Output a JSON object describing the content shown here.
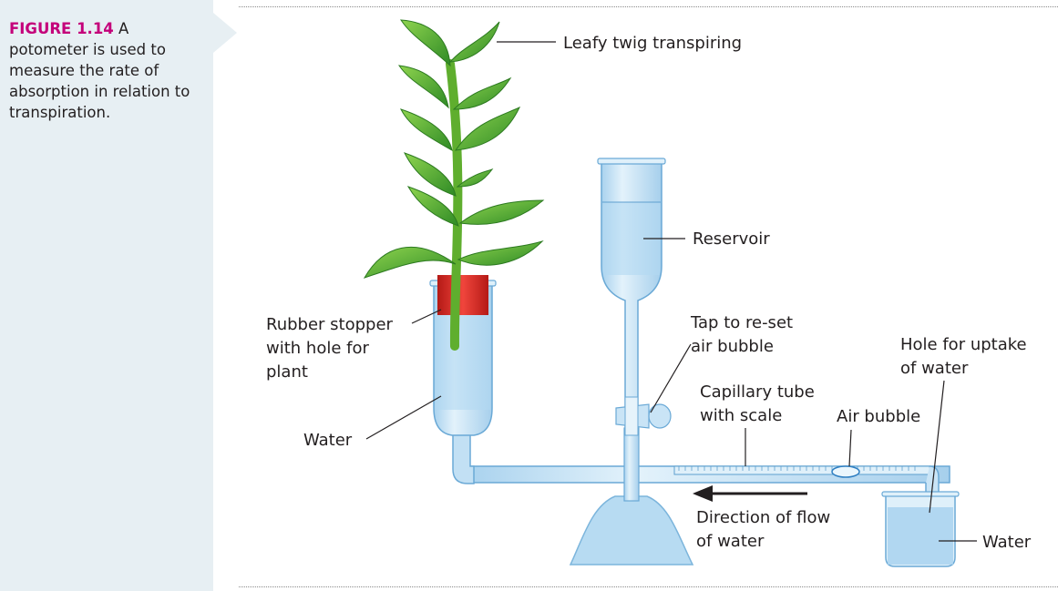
{
  "caption": {
    "figure_label": "FIGURE 1.14",
    "text": "A potometer is used to measure the rate of absorption in relation to transpiration."
  },
  "labels": {
    "leafy_twig": "Leafy twig transpiring",
    "reservoir": "Reservoir",
    "rubber_stopper": [
      "Rubber stopper",
      "with hole for",
      "plant"
    ],
    "tap": [
      "Tap to re-set",
      "air bubble"
    ],
    "hole_uptake": [
      "Hole for uptake",
      "of water"
    ],
    "capillary": [
      "Capillary tube",
      "with scale"
    ],
    "air_bubble": "Air bubble",
    "water_left": "Water",
    "flow": [
      "Direction of flow",
      "of water"
    ],
    "water_right": "Water"
  },
  "colors": {
    "sidebar": "#e7eff3",
    "figure_label": "#c4007a",
    "glass": "#b9dcf2",
    "glass_stroke": "#6aa9d6",
    "stopper": "#d8251f",
    "leaf": "#4caf32",
    "stem": "#5fae2e"
  }
}
